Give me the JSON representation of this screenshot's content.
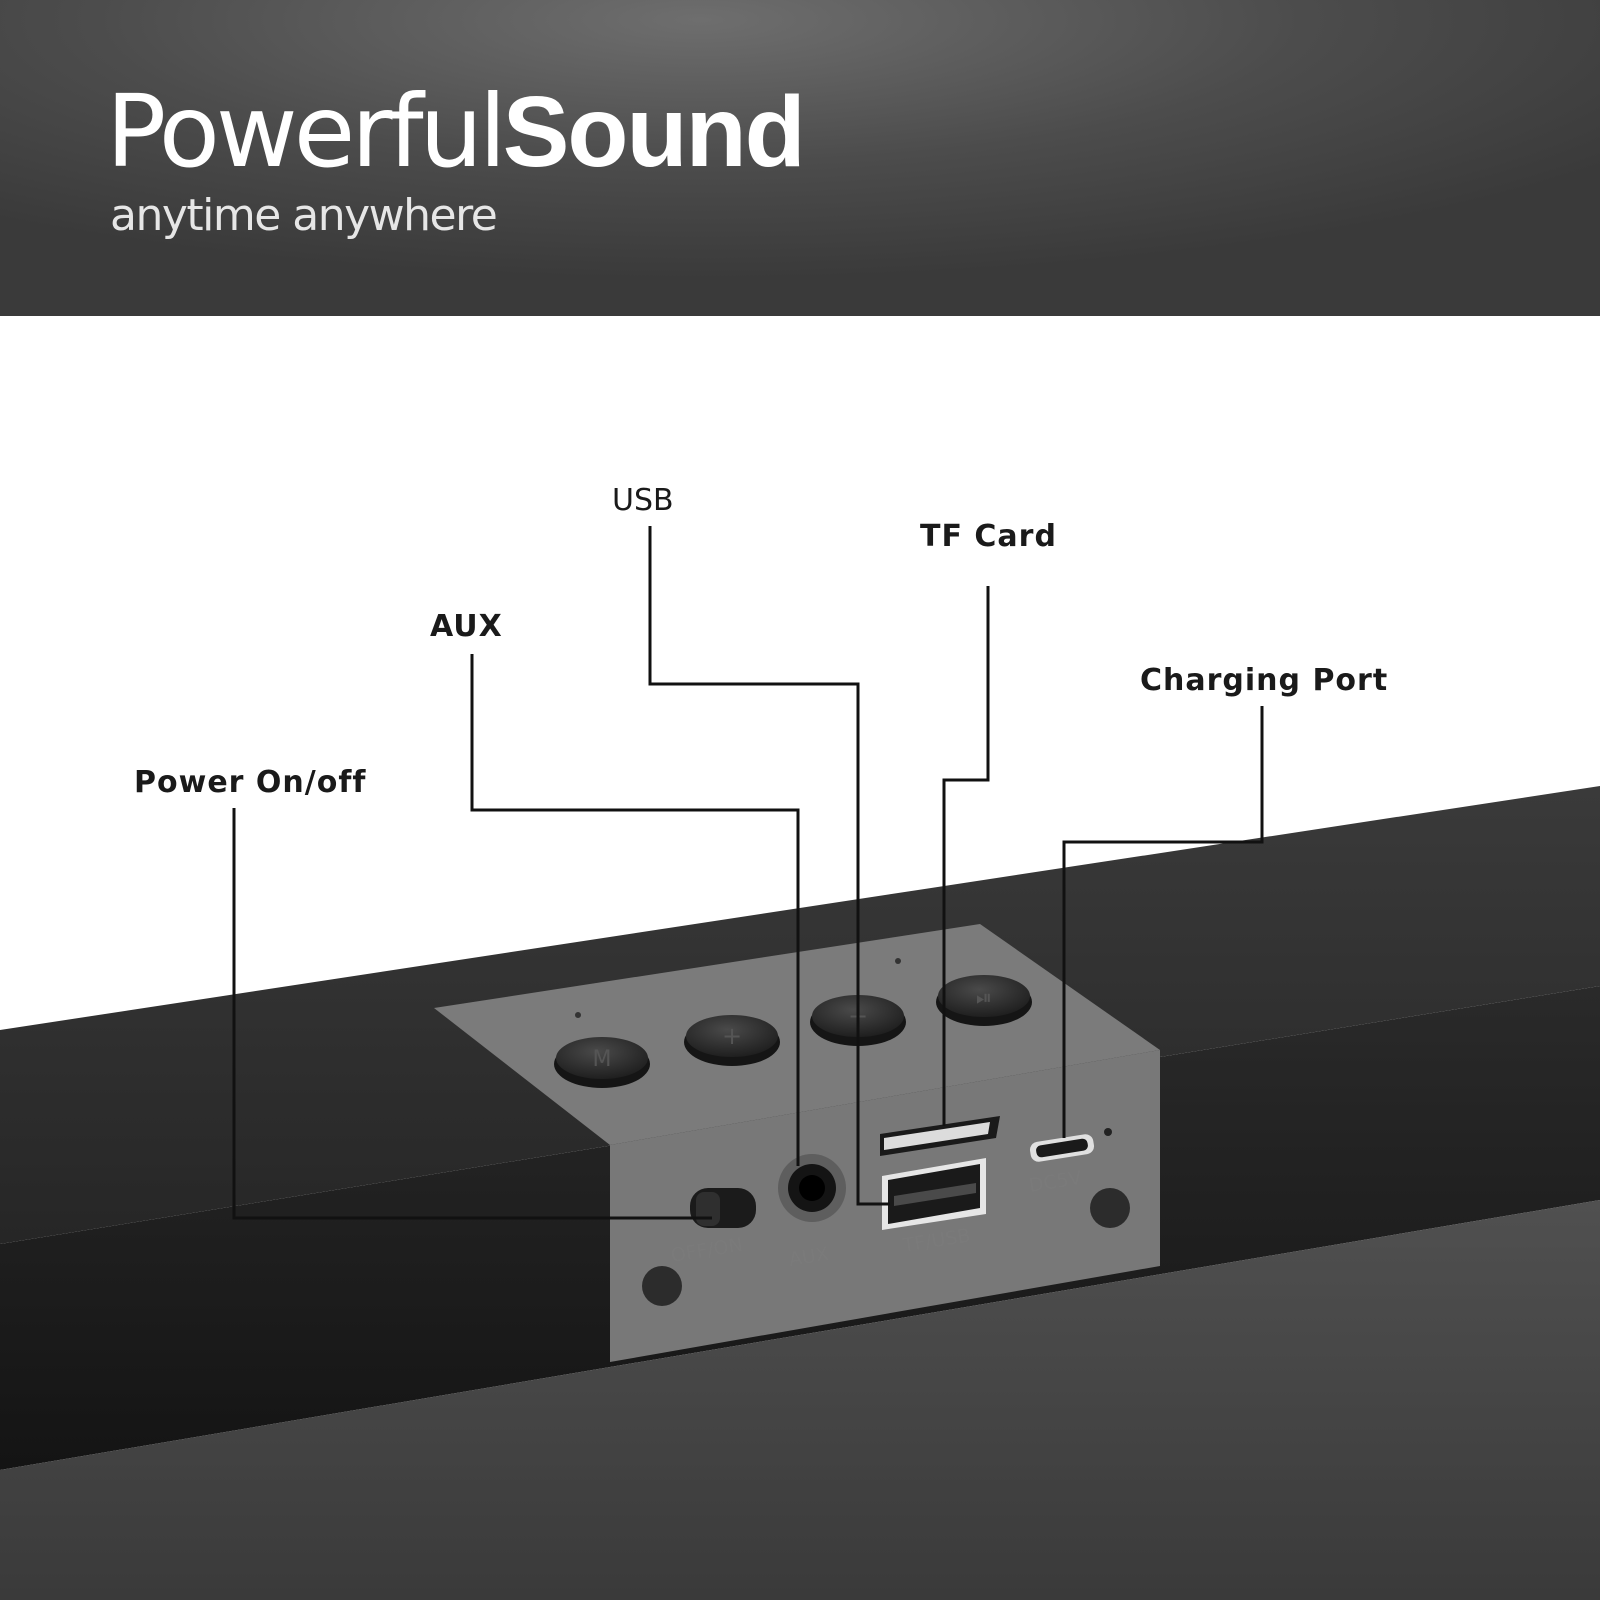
{
  "header": {
    "title_light": "Powerful",
    "title_bold": "Sound",
    "subtitle": "anytime anywhere"
  },
  "callouts": {
    "power": "Power On/off",
    "aux": "AUX",
    "usb": "USB",
    "tf_card": "TF Card",
    "charging": "Charging Port"
  },
  "panel_markings": {
    "switch": "OFF/ON",
    "aux": "AUX",
    "tf_usb": "TF/USB",
    "dc": "DC5V"
  },
  "buttons": [
    "M",
    "+",
    "−",
    "⏯"
  ]
}
